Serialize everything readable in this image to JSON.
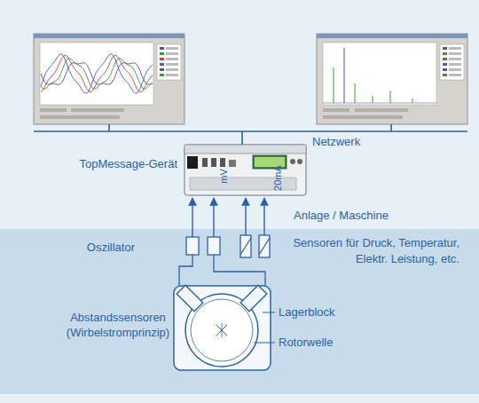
{
  "diagram": {
    "labels": [
      "Netzwerk",
      "TopMessage-Gerät",
      "Anlage / Maschine",
      "Oszillator",
      "mV",
      "20mA",
      "Sensoren für Druck, Temperatur, Elektr. Leistung, etc.",
      "Abstandssensoren (Wirbelstromprinzip)",
      "Lagerblock",
      "Rotorwelle"
    ]
  }
}
